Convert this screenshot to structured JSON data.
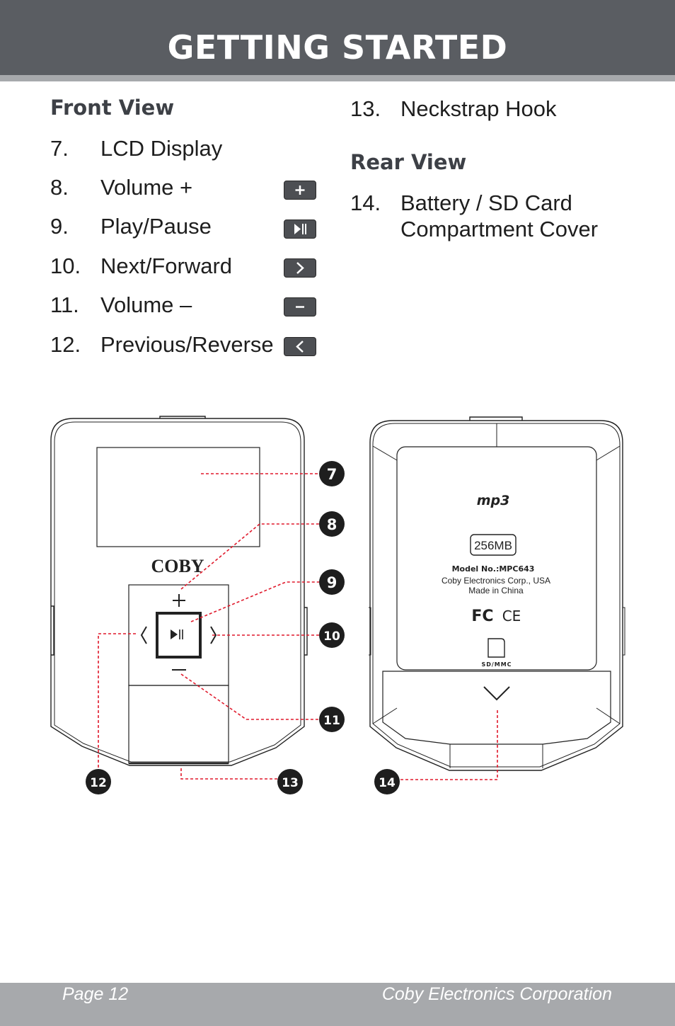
{
  "header": {
    "title": "GETTING STARTED"
  },
  "front_view": {
    "title": "Front View",
    "items": [
      {
        "num": "7.",
        "label": "LCD Display",
        "key_icon": ""
      },
      {
        "num": "8.",
        "label": "Volume +",
        "key_icon": "plus-key-icon"
      },
      {
        "num": "9.",
        "label": "Play/Pause",
        "key_icon": "play-pause-key-icon"
      },
      {
        "num": "10.",
        "label": "Next/Forward",
        "key_icon": "next-key-icon"
      },
      {
        "num": "11.",
        "label": "Volume –",
        "key_icon": "minus-key-icon"
      },
      {
        "num": "12.",
        "label": "Previous/Reverse",
        "key_icon": "previous-key-icon"
      }
    ]
  },
  "right_column": {
    "item13": {
      "num": "13.",
      "label": "Neckstrap Hook"
    },
    "rear_title": "Rear View",
    "item14": {
      "num": "14.",
      "label_line1": "Battery / SD Card",
      "label_line2": "Compartment Cover"
    }
  },
  "device_front": {
    "brand": "COBY"
  },
  "device_rear": {
    "logo": "mp3",
    "capacity": "256MB",
    "model": "Model No.:MPC643",
    "maker": "Coby Electronics Corp., USA",
    "origin": "Made in China",
    "fcc": "FC",
    "ce": "CE",
    "slot": "SD/MMC"
  },
  "callouts": [
    "7",
    "8",
    "9",
    "10",
    "11",
    "12",
    "13",
    "14"
  ],
  "colors": {
    "header_bg": "#5a5d62",
    "accent_gray": "#a7a9ac",
    "leader_red": "#e0192b"
  },
  "footer": {
    "page": "Page 12",
    "company": "Coby Electronics Corporation"
  }
}
